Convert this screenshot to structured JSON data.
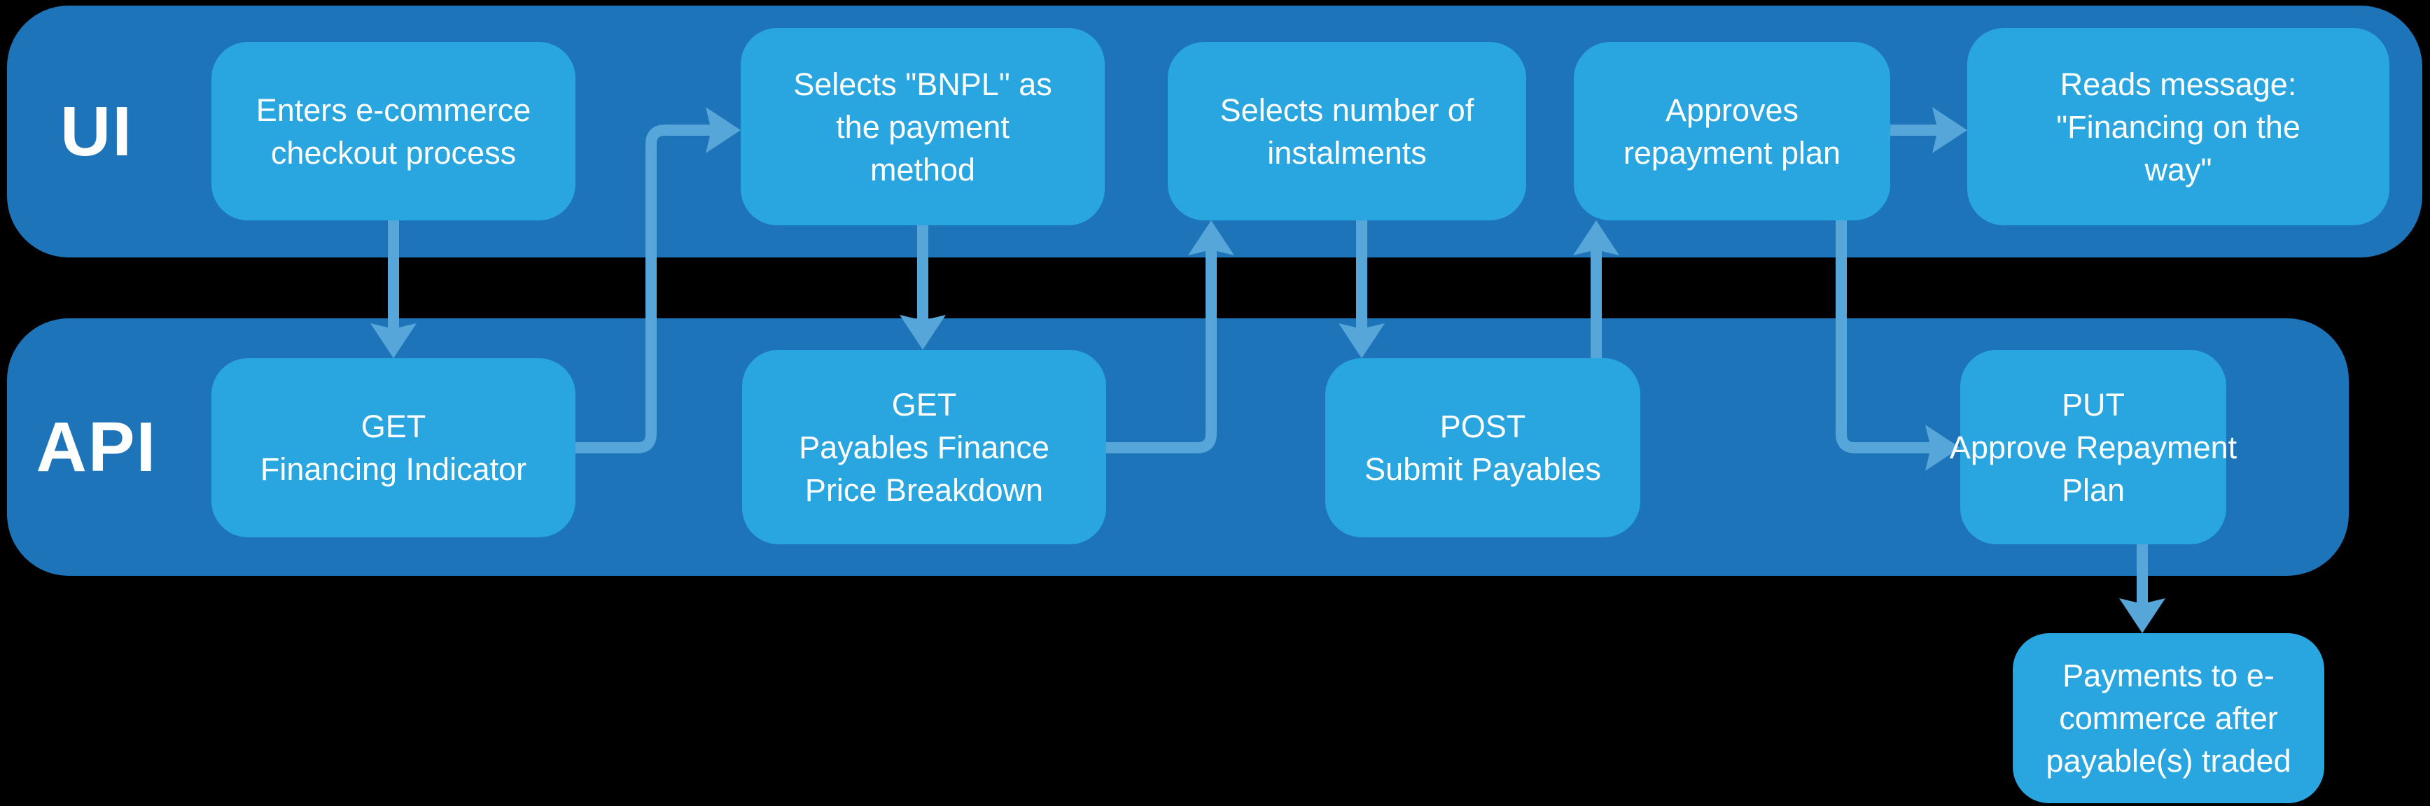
{
  "diagram_type": "swimlane-flow",
  "colors": {
    "background": "#000000",
    "lane": "#1E74B8",
    "box": "#29A6E0",
    "arrow": "#57A6DA",
    "text": "#FFFFFF"
  },
  "lanes": [
    {
      "id": "ui",
      "label": "UI",
      "boxes": [
        {
          "id": "enters-checkout",
          "lines": [
            "Enters e-commerce",
            "checkout process"
          ]
        },
        {
          "id": "selects-bnpl",
          "lines": [
            "Selects \"BNPL\" as",
            "the payment",
            "method"
          ]
        },
        {
          "id": "selects-instalments",
          "lines": [
            "Selects number of",
            "instalments"
          ]
        },
        {
          "id": "approves-plan",
          "lines": [
            "Approves",
            "repayment plan"
          ]
        },
        {
          "id": "reads-message",
          "lines": [
            "Reads message:",
            "\"Financing on the",
            "way\""
          ]
        }
      ]
    },
    {
      "id": "api",
      "label": "API",
      "boxes": [
        {
          "id": "get-financing-indicator",
          "lines": [
            "GET",
            "Financing Indicator"
          ]
        },
        {
          "id": "get-price-breakdown",
          "lines": [
            "GET",
            "Payables Finance",
            "Price Breakdown"
          ]
        },
        {
          "id": "post-submit-payables",
          "lines": [
            "POST",
            "Submit Payables"
          ]
        },
        {
          "id": "put-approve-repayment-plan",
          "lines": [
            "PUT",
            "Approve Repayment",
            "Plan"
          ]
        }
      ]
    }
  ],
  "outside_box": {
    "id": "payments-note",
    "lines": [
      "Payments to e-",
      "commerce after",
      "payable(s) traded"
    ]
  },
  "connectors": [
    {
      "from": "ui.enters-checkout",
      "to": "api.get-financing-indicator",
      "shape": "straight-down"
    },
    {
      "from": "api.get-financing-indicator",
      "to": "ui.selects-bnpl",
      "shape": "elbow-right-then-up-then-right"
    },
    {
      "from": "ui.selects-bnpl",
      "to": "api.get-price-breakdown",
      "shape": "straight-down"
    },
    {
      "from": "api.get-price-breakdown",
      "to": "ui.selects-instalments",
      "shape": "elbow-right-then-up"
    },
    {
      "from": "ui.selects-instalments",
      "to": "api.post-submit-payables",
      "shape": "straight-down"
    },
    {
      "from": "api.post-submit-payables",
      "to": "ui.approves-plan",
      "shape": "straight-up"
    },
    {
      "from": "ui.approves-plan",
      "to": "ui.reads-message",
      "shape": "straight-right"
    },
    {
      "from": "ui.approves-plan",
      "to": "api.put-approve-repayment-plan",
      "shape": "elbow-down-then-right"
    },
    {
      "from": "api.put-approve-repayment-plan",
      "to": "payments-note",
      "shape": "straight-down"
    }
  ]
}
